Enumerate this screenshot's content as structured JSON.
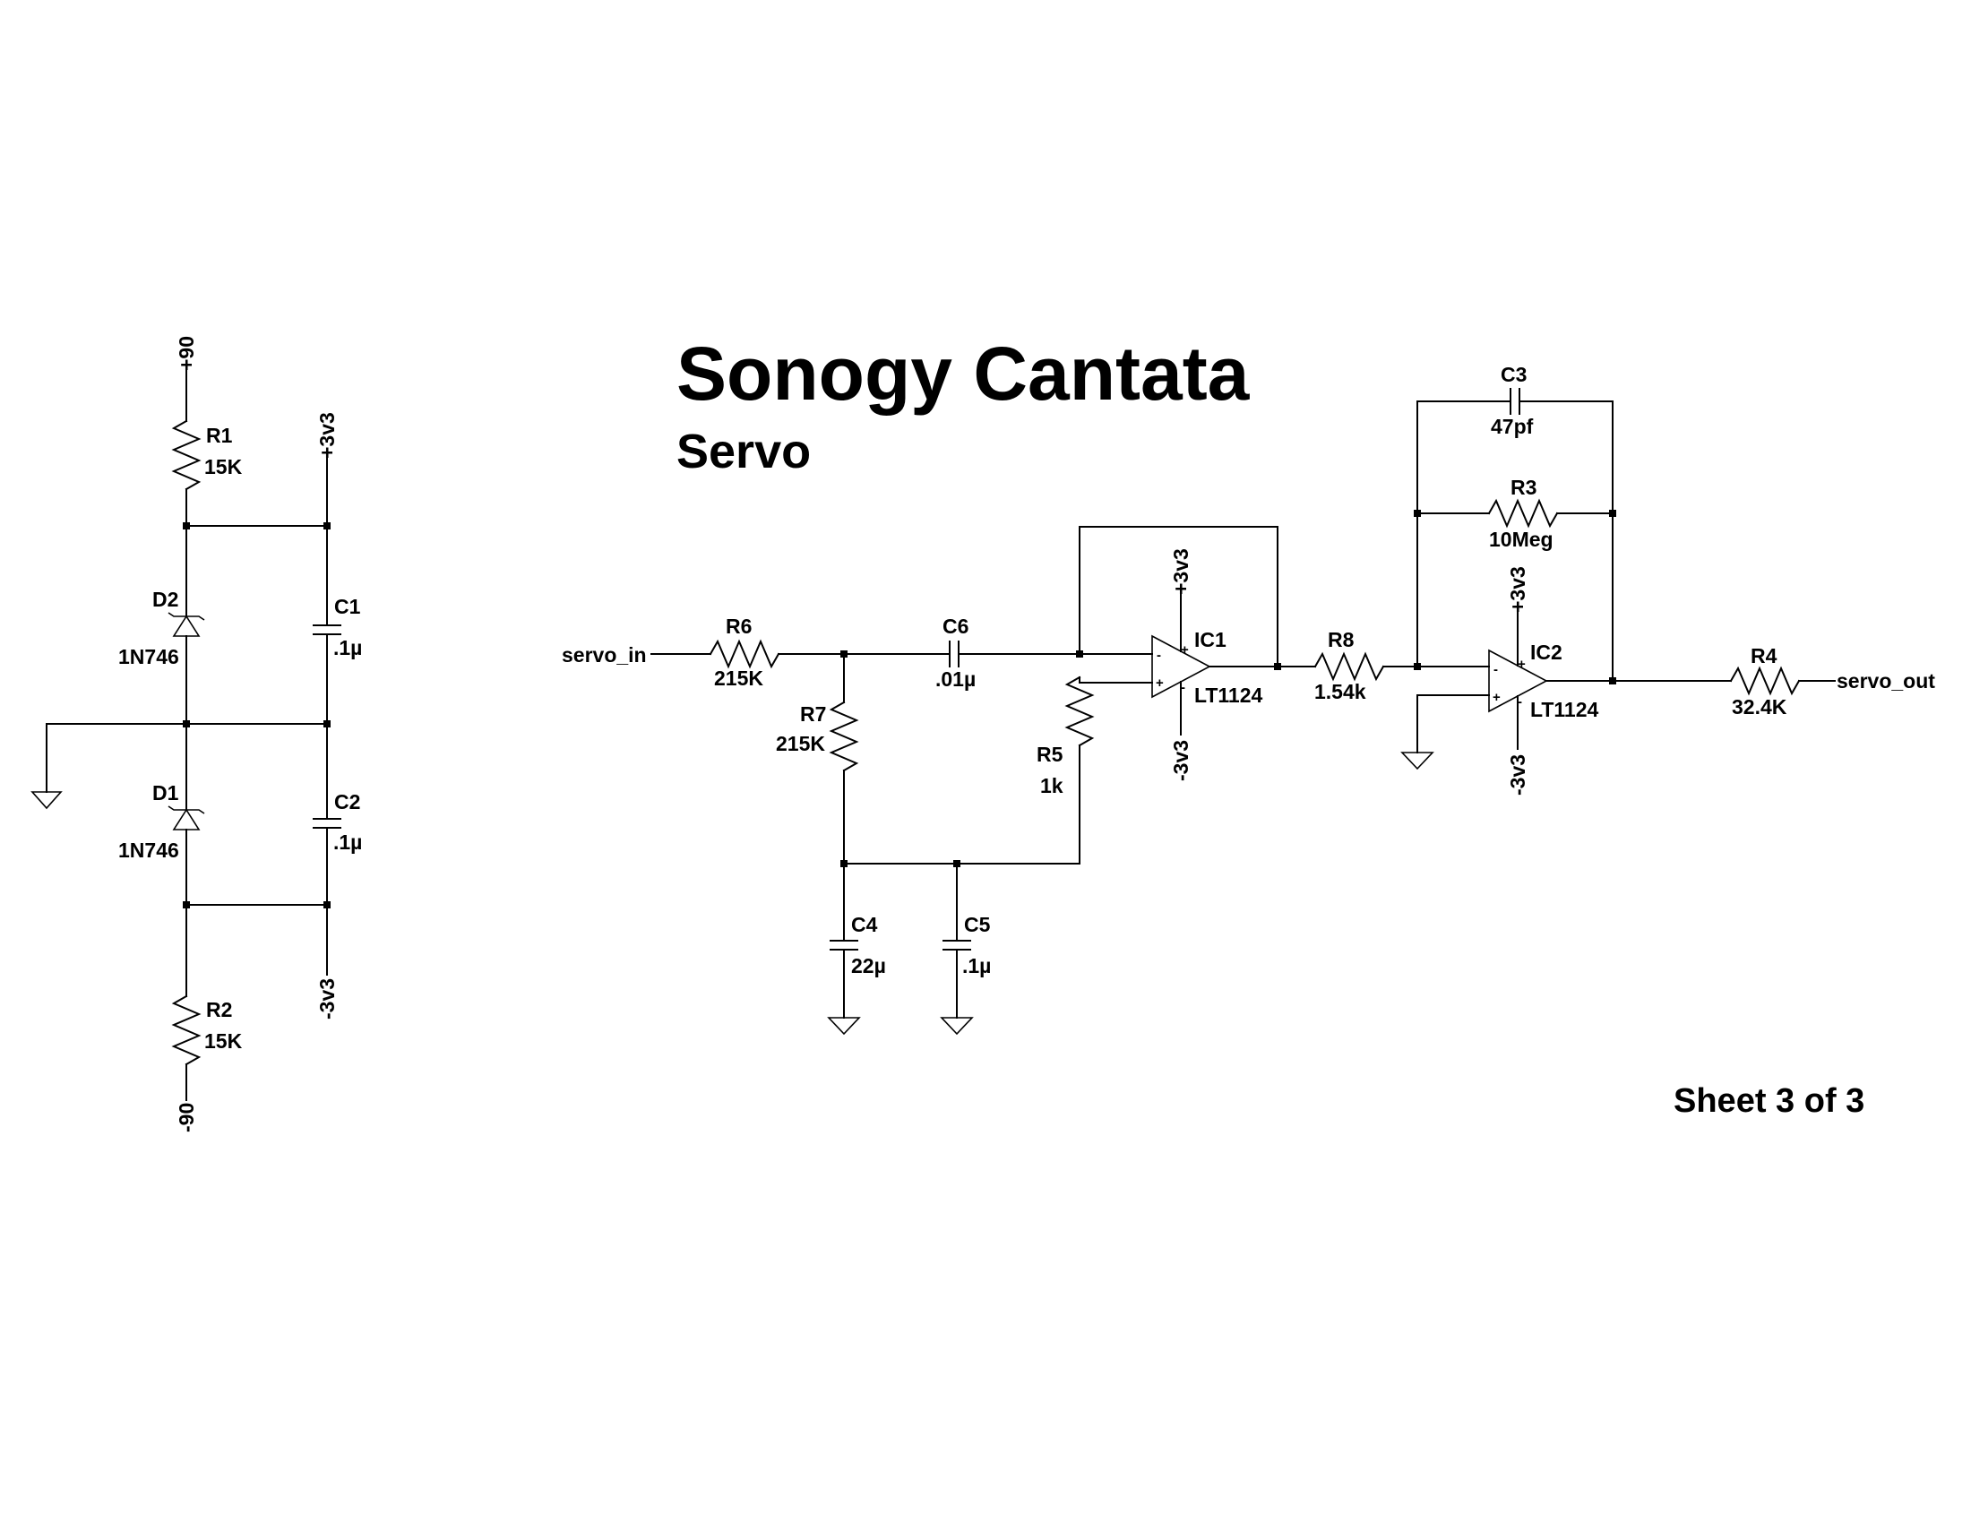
{
  "title": "Sonogy Cantata",
  "subtitle": "Servo",
  "sheet": "Sheet 3 of 3",
  "nets": {
    "plus90": "+90",
    "minus90": "-90",
    "plus3v3": "+3v3",
    "minus3v3": "-3v3",
    "servo_in": "servo_in",
    "servo_out": "servo_out"
  },
  "components": {
    "R1": {
      "ref": "R1",
      "value": "15K"
    },
    "R2": {
      "ref": "R2",
      "value": "15K"
    },
    "D1": {
      "ref": "D1",
      "value": "1N746"
    },
    "D2": {
      "ref": "D2",
      "value": "1N746"
    },
    "C1": {
      "ref": "C1",
      "value": ".1µ"
    },
    "C2": {
      "ref": "C2",
      "value": ".1µ"
    },
    "R6": {
      "ref": "R6",
      "value": "215K"
    },
    "R7": {
      "ref": "R7",
      "value": "215K"
    },
    "C6": {
      "ref": "C6",
      "value": ".01µ"
    },
    "R5": {
      "ref": "R5",
      "value": "1k"
    },
    "C4": {
      "ref": "C4",
      "value": "22µ"
    },
    "C5": {
      "ref": "C5",
      "value": ".1µ"
    },
    "IC1": {
      "ref": "IC1",
      "value": "LT1124"
    },
    "R8": {
      "ref": "R8",
      "value": "1.54k"
    },
    "C3": {
      "ref": "C3",
      "value": "47pf"
    },
    "R3": {
      "ref": "R3",
      "value": "10Meg"
    },
    "IC2": {
      "ref": "IC2",
      "value": "LT1124"
    },
    "R4": {
      "ref": "R4",
      "value": "32.4K"
    }
  },
  "pins": {
    "plus": "+",
    "minus": "-"
  }
}
